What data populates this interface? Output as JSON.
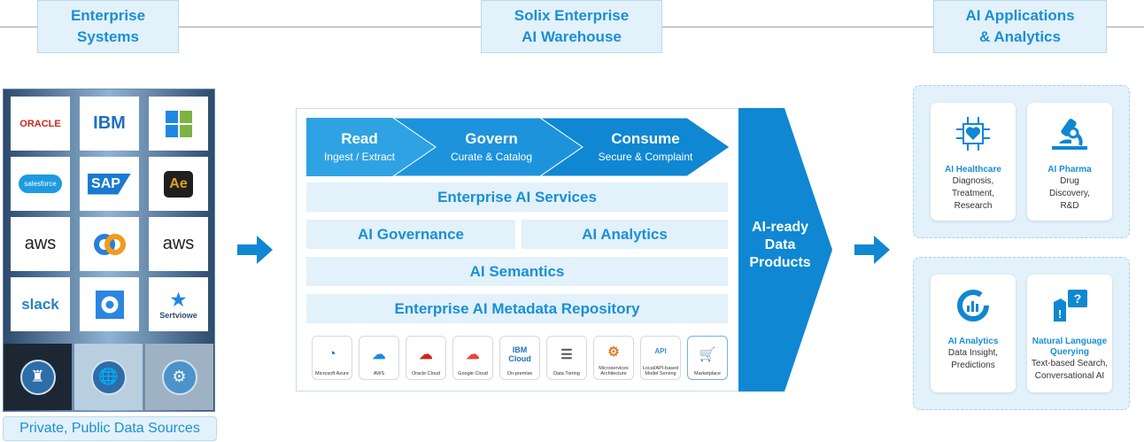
{
  "headers": {
    "left": "Enterprise\nSystems",
    "middle": "Solix Enterprise\nAI Warehouse",
    "right": "AI Applications\n& Analytics"
  },
  "enterprise_systems": {
    "logos": [
      "ORACLE",
      "IBM",
      "Microsoft",
      "salesforce",
      "SAP",
      "Ae",
      "aws",
      "Cloud app",
      "aws",
      "slack",
      "Circle app",
      "Sertviowe"
    ],
    "footer": "Private, Public Data Sources"
  },
  "pipeline": [
    {
      "title": "Read",
      "sub": "Ingest / Extract"
    },
    {
      "title": "Govern",
      "sub": "Curate & Catalog"
    },
    {
      "title": "Consume",
      "sub": "Secure & Complaint"
    }
  ],
  "layers": {
    "services": "Enterprise AI Services",
    "governance": "AI Governance",
    "analytics": "AI Analytics",
    "semantics": "AI Semantics",
    "metadata": "Enterprise AI Metadata Repository"
  },
  "deployments": [
    {
      "label": "Microsoft Azure",
      "icon": "azure-icon"
    },
    {
      "label": "AWS",
      "icon": "aws-cloud-icon"
    },
    {
      "label": "Oracle Cloud",
      "icon": "oracle-cloud-icon"
    },
    {
      "label": "Google Cloud",
      "icon": "google-cloud-icon"
    },
    {
      "label": "On-premise",
      "glyph": "IBM Cloud",
      "icon": "ibm-cloud-icon"
    },
    {
      "label": "Data Tiering",
      "icon": "server-icon"
    },
    {
      "label": "Microservices Architecture",
      "icon": "microservices-icon"
    },
    {
      "label": "Local/API-based Model Serving",
      "glyph": "API",
      "icon": "api-cloud-icon"
    },
    {
      "label": "Marketplace",
      "icon": "cart-icon"
    }
  ],
  "output": "AI-ready\nData\nProducts",
  "applications": [
    {
      "title": "AI Healthcare",
      "desc": "Diagnosis,\nTreatment,\nResearch",
      "icon": "heart-chip-icon"
    },
    {
      "title": "AI Pharma",
      "desc": "Drug\nDiscovery,\nR&D",
      "icon": "microscope-icon"
    },
    {
      "title": "AI Analytics",
      "desc": "Data Insight,\nPredictions",
      "icon": "analytics-donut-icon"
    },
    {
      "title": "Natural Language Querying",
      "desc": "Text-based Search,\nConversational AI",
      "icon": "chat-question-icon"
    }
  ],
  "colors": {
    "accent": "#0f87d2",
    "light": "#e2f1fa"
  }
}
